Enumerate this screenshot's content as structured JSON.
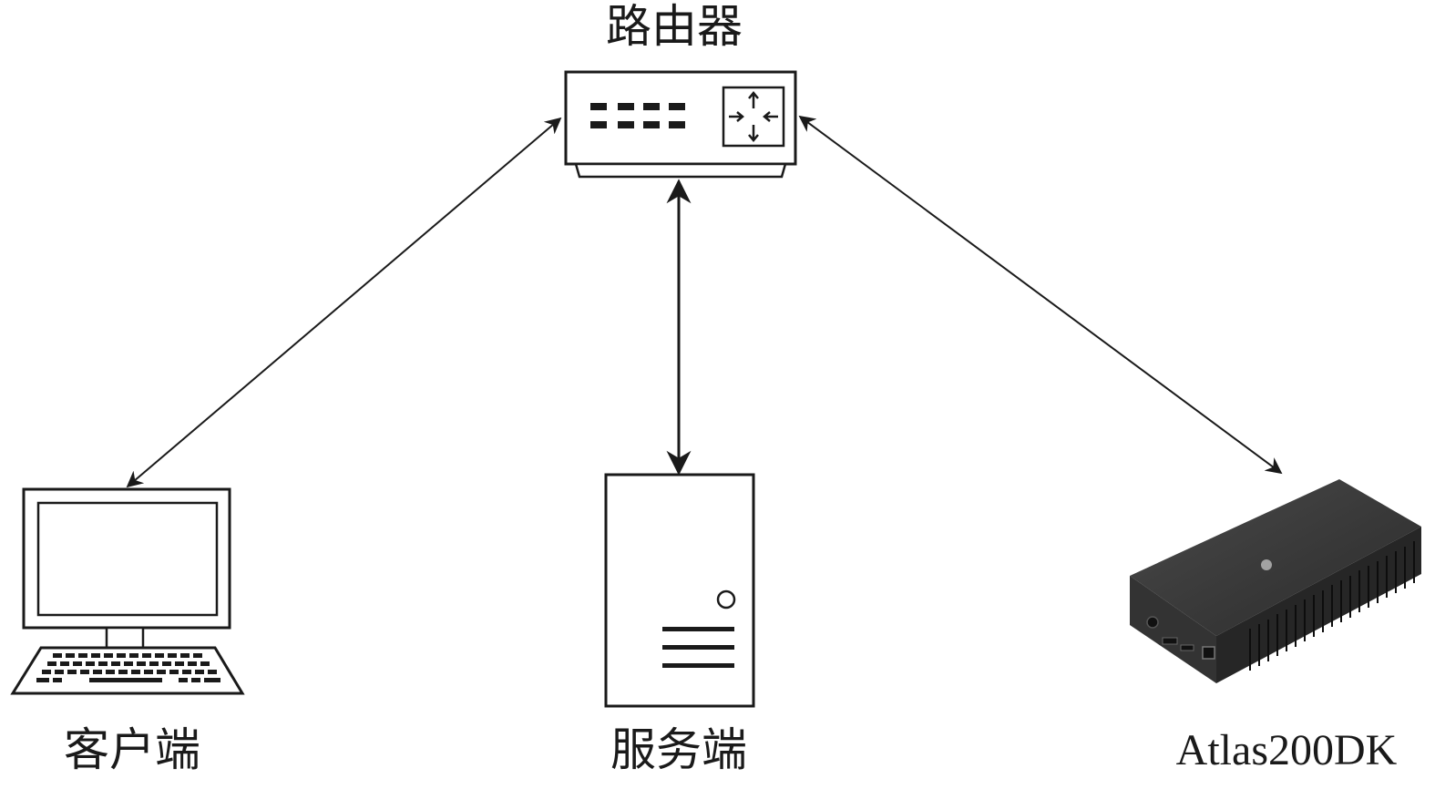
{
  "nodes": {
    "router": {
      "label": "路由器"
    },
    "client": {
      "label": "客户端"
    },
    "server": {
      "label": "服务端"
    },
    "device": {
      "label": "Atlas200DK"
    }
  },
  "connections": [
    {
      "from": "router",
      "to": "client",
      "style": "bidirectional-arrow"
    },
    {
      "from": "router",
      "to": "server",
      "style": "bidirectional-arrow"
    },
    {
      "from": "router",
      "to": "device",
      "style": "bidirectional-arrow"
    }
  ],
  "colors": {
    "stroke": "#1a1a1a",
    "device_body": "#3a3a3a"
  }
}
